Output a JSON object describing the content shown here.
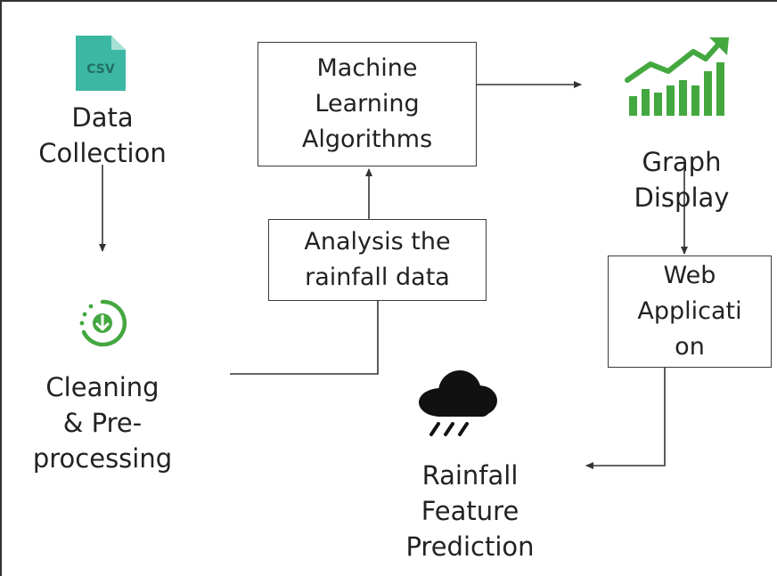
{
  "nodes": {
    "data_collection": {
      "text": "Data\nCollection",
      "icon": "csv-file-icon",
      "icon_text": "CSV"
    },
    "cleaning": {
      "text": "Cleaning\n& Pre-\nprocessing",
      "icon": "download-refresh-icon"
    },
    "ml_algorithms": {
      "text": "Machine\nLearning\nAlgorithms"
    },
    "analysis": {
      "text": "Analysis the\nrainfall data"
    },
    "graph_display": {
      "text": "Graph\nDisplay",
      "icon": "bar-chart-trend-icon"
    },
    "web_app": {
      "text": "Web\nApplicati\non"
    },
    "rainfall_prediction": {
      "text": "Rainfall\nFeature\nPrediction",
      "icon": "rain-cloud-icon"
    }
  },
  "colors": {
    "csv": "#3cb7a4",
    "green": "#43a83f",
    "cloud": "#111111",
    "line": "#333333"
  }
}
